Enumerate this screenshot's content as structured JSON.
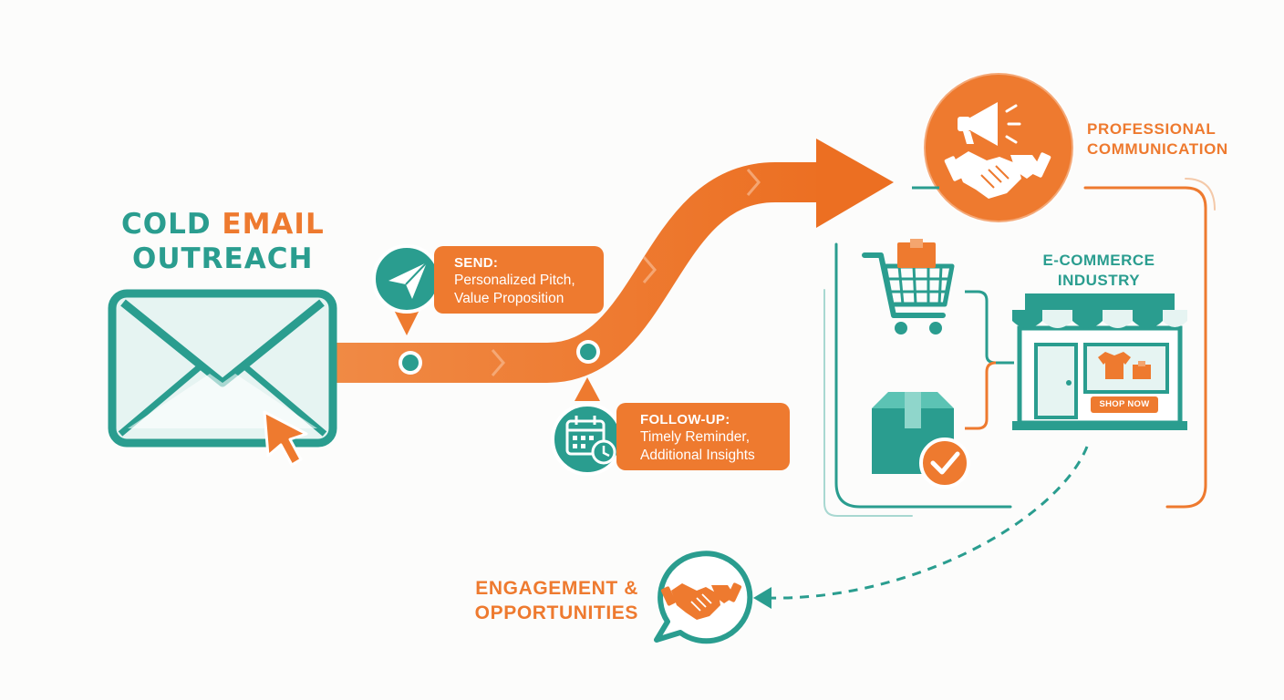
{
  "title": {
    "line1_part1": "COLD ",
    "line1_part2": "EMAIL",
    "line2": "OUTREACH"
  },
  "steps": {
    "send": {
      "heading": "SEND:",
      "line1": "Personalized Pitch,",
      "line2": "Value Proposition"
    },
    "follow_up": {
      "heading": "FOLLOW-UP:",
      "line1": "Timely Reminder,",
      "line2": "Additional Insights"
    }
  },
  "professional": {
    "line1": "PROFESSIONAL",
    "line2": "COMMUNICATION"
  },
  "ecommerce": {
    "line1": "E-COMMERCE",
    "line2": "INDUSTRY",
    "shop_button": "SHOP NOW"
  },
  "engagement": {
    "line1": "ENGAGEMENT &",
    "line2": "OPPORTUNITIES"
  },
  "colors": {
    "orange": "#ee7a2f",
    "teal": "#2a9d8f",
    "teal_light": "#e6f4f2",
    "background": "#fcfcfb"
  },
  "icons": [
    "envelope-icon",
    "cursor-icon",
    "paper-plane-icon",
    "calendar-clock-icon",
    "megaphone-icon",
    "handshake-icon",
    "shopping-cart-icon",
    "package-check-icon",
    "storefront-icon",
    "chat-handshake-icon"
  ]
}
